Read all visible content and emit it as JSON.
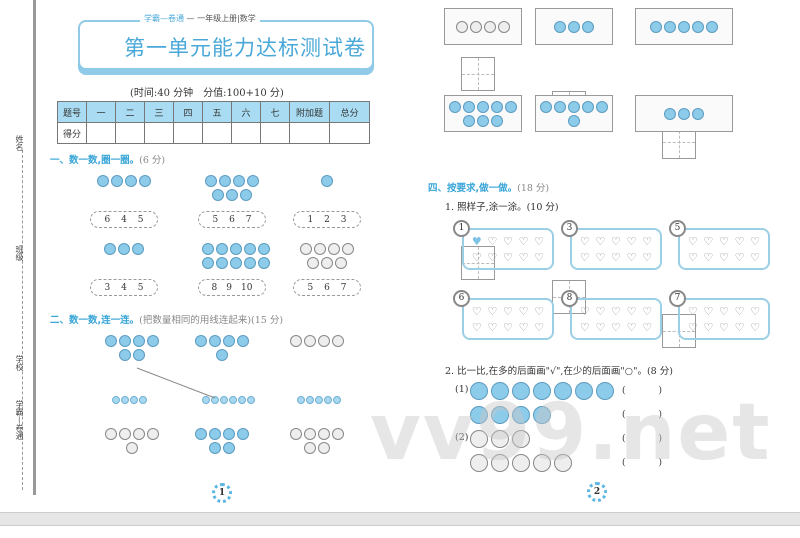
{
  "sidebar": {
    "name_label": "姓名",
    "class_label": "班级",
    "school_label": "学校",
    "brand": "学霸—卷通"
  },
  "header": {
    "series": "学霸—卷通",
    "grade": "一年级上册|数学",
    "title": "第一单元能力达标测试卷",
    "meta": "(时间:40 分钟　分值:100+10 分)"
  },
  "score_table": {
    "header": [
      "题号",
      "一",
      "二",
      "三",
      "四",
      "五",
      "六",
      "七",
      "附加题",
      "总分"
    ],
    "row_label": "得分"
  },
  "section1": {
    "title": "一、数一数,圈一圈。",
    "points": "(6 分)",
    "items": [
      {
        "count": 4,
        "options": [
          "6",
          "4",
          "5"
        ]
      },
      {
        "count": 7,
        "options": [
          "5",
          "6",
          "7"
        ]
      },
      {
        "count": 1,
        "options": [
          "1",
          "2",
          "3"
        ]
      },
      {
        "count": 3,
        "options": [
          "3",
          "4",
          "5"
        ]
      },
      {
        "count": 10,
        "options": [
          "8",
          "9",
          "10"
        ]
      },
      {
        "count": 7,
        "options": [
          "5",
          "6",
          "7"
        ]
      }
    ]
  },
  "section2": {
    "title": "二、数一数,连一连。",
    "points": "(把数量相同的用线连起来)(15 分)",
    "top_counts": [
      6,
      5,
      4
    ],
    "beads": [
      4,
      6,
      5
    ],
    "bottom_counts": [
      5,
      6,
      6
    ]
  },
  "section3": {
    "counts": [
      4,
      3,
      5,
      8,
      6,
      3
    ]
  },
  "section4": {
    "title": "四、按要求,做一做。",
    "points": "(18 分)",
    "q1": {
      "label": "1. 照样子,涂一涂。(10 分)",
      "numbers": [
        "1",
        "3",
        "5",
        "6",
        "8",
        "7"
      ],
      "filled_example": 1
    },
    "q2": {
      "label": "2. 比一比,在多的后面画\"√\",在少的后面画\"○\"。(8 分)",
      "groups": [
        {
          "label": "(1)",
          "rows": [
            7,
            4
          ]
        },
        {
          "label": "(2)",
          "rows": [
            3,
            5
          ]
        }
      ],
      "paren": [
        "(",
        ")"
      ]
    }
  },
  "pages": [
    "1",
    "2"
  ],
  "watermark": "vv99.net",
  "colors": {
    "accent": "#4aa8d8",
    "table_header": "#a9dcf2"
  }
}
